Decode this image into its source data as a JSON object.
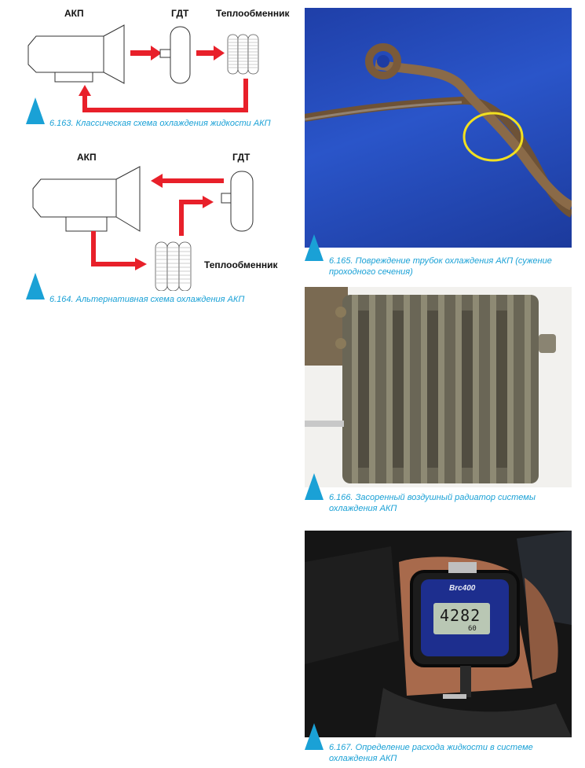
{
  "diagram1": {
    "label_akp": "АКП",
    "label_gdt": "ГДТ",
    "label_heat": "Теплообменник",
    "caption": "6.163. Классическая схема охлаждения жидкости АКП"
  },
  "diagram2": {
    "label_akp": "АКП",
    "label_gdt": "ГДТ",
    "label_heat": "Теплообменник",
    "caption": "6.164. Альтернативная схема охлаждения АКП"
  },
  "photo165": {
    "caption_line1": "6.165. Повреждение трубок охлаждения АКП (сужение",
    "caption_line2": "проходного сечения)"
  },
  "photo166": {
    "caption_line1": "6.166. Засоренный воздушный радиатор системы",
    "caption_line2": "охлаждения АКП"
  },
  "photo167": {
    "device_brand": "Brc400",
    "display_value": "4282",
    "display_sub": "60",
    "caption_line1": "6.167. Определение расхода жидкости в системе",
    "caption_line2": "охлаждения АКП"
  },
  "colors": {
    "arrow_red": "#e8202a",
    "accent_blue": "#1aa1d6"
  }
}
